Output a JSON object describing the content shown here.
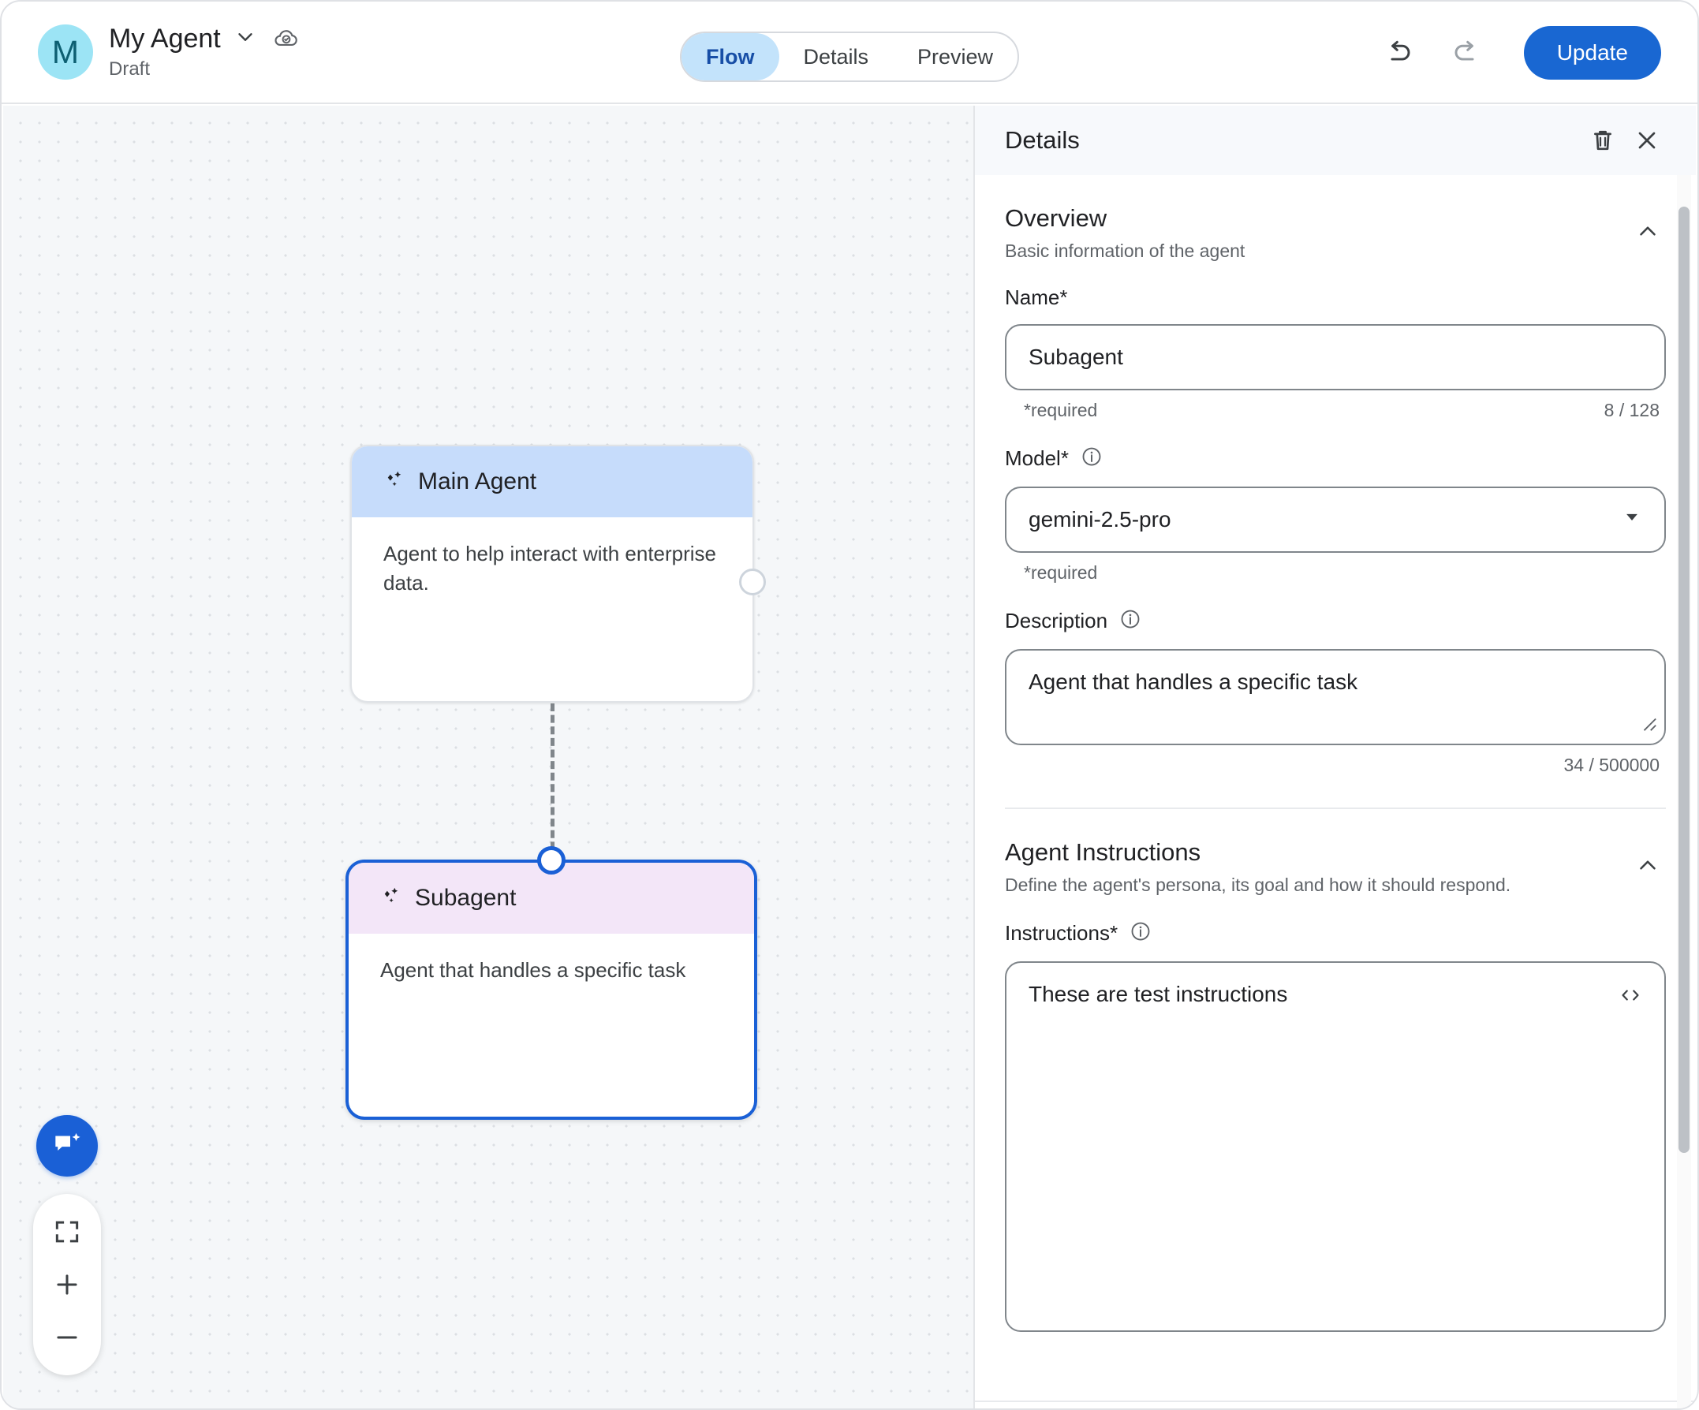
{
  "header": {
    "avatar_letter": "M",
    "agent_name": "My Agent",
    "agent_state": "Draft",
    "dropdown_icon": "chevron-down-icon",
    "cloud_icon": "cloud-saved-icon",
    "tabs": [
      {
        "label": "Flow",
        "active": true
      },
      {
        "label": "Details",
        "active": false
      },
      {
        "label": "Preview",
        "active": false
      }
    ],
    "undo_icon": "undo-icon",
    "redo_icon": "redo-icon",
    "update_label": "Update"
  },
  "canvas": {
    "nodes": [
      {
        "id": "main-agent",
        "title": "Main Agent",
        "description": "Agent to help interact with enterprise data.",
        "icon": "sparkle-icon",
        "header_color": "#c6dcfb",
        "selected": false
      },
      {
        "id": "subagent",
        "title": "Subagent",
        "description": "Agent that handles a specific task",
        "icon": "sparkle-icon",
        "header_color": "#f3e6f8",
        "selected": true
      }
    ],
    "controls": {
      "chat_fab_icon": "chat-sparkle-icon",
      "fit_screen_icon": "fit-screen-icon",
      "zoom_in_icon": "plus-icon",
      "zoom_out_icon": "minus-icon"
    },
    "accent_selected": "#1a60d6"
  },
  "panel": {
    "title": "Details",
    "delete_icon": "trash-icon",
    "close_icon": "close-icon",
    "overview": {
      "title": "Overview",
      "subtitle": "Basic information of the agent",
      "collapse_icon": "chevron-up-icon",
      "name": {
        "label": "Name*",
        "value": "Subagent",
        "required_hint": "*required",
        "counter": "8 / 128"
      },
      "model": {
        "label": "Model*",
        "info_icon": "info-icon",
        "value": "gemini-2.5-pro",
        "dropdown_icon": "triangle-down-icon",
        "required_hint": "*required"
      },
      "description": {
        "label": "Description",
        "info_icon": "info-icon",
        "value": "Agent that handles a specific task",
        "counter": "34 / 500000"
      }
    },
    "agent_instructions": {
      "title": "Agent Instructions",
      "subtitle": "Define the agent's persona, its goal and how it should respond.",
      "collapse_icon": "chevron-up-icon",
      "instructions": {
        "label": "Instructions*",
        "info_icon": "info-icon",
        "value": "These are test instructions",
        "code_icon": "code-brackets-icon"
      }
    }
  },
  "colors": {
    "primary": "#1967d2",
    "selected_node_border": "#1a60d6",
    "tab_active_bg": "#c3e3fb",
    "tab_active_text": "#174ea6",
    "avatar_bg": "#9ce4f5"
  }
}
